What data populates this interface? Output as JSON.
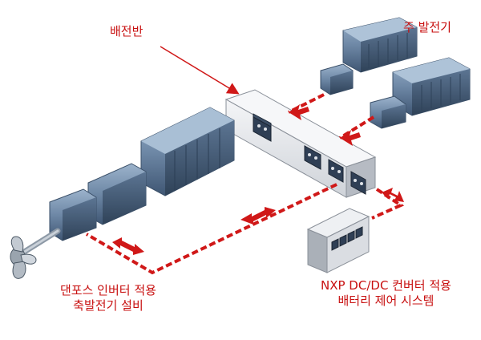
{
  "labels": {
    "switchboard": "배전반",
    "main_generator": "주 발전기",
    "shaft_generator_line1": "댄포스 인버터 적용",
    "shaft_generator_line2": "축발전기 설비",
    "battery_line1": "NXP DC/DC 컨버터 적용",
    "battery_line2": "배터리 제어 시스템"
  },
  "colors": {
    "label_text": "#c81010",
    "power_line": "#d01818",
    "machinery": "#5f7a98",
    "panel": "#e4e6ea"
  }
}
